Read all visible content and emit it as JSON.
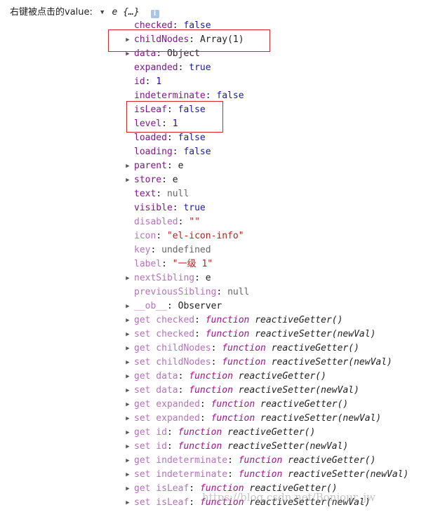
{
  "header": {
    "prefix": "右键被点击的value:",
    "expand_arrow": "▼",
    "object_name": "e",
    "object_preview": "{…}",
    "info_icon": "i"
  },
  "icons": {
    "collapsed_arrow": "▶",
    "info": "info-icon"
  },
  "properties": [
    {
      "key": "checked",
      "value": "false",
      "type": "bool",
      "arrow": false
    },
    {
      "key": "childNodes",
      "value": "Array(1)",
      "type": "obj",
      "arrow": true
    },
    {
      "key": "data",
      "value": "Object",
      "type": "obj",
      "arrow": true
    },
    {
      "key": "expanded",
      "value": "true",
      "type": "bool",
      "arrow": false
    },
    {
      "key": "id",
      "value": "1",
      "type": "num",
      "arrow": false
    },
    {
      "key": "indeterminate",
      "value": "false",
      "type": "bool",
      "arrow": false
    },
    {
      "key": "isLeaf",
      "value": "false",
      "type": "bool",
      "arrow": false
    },
    {
      "key": "level",
      "value": "1",
      "type": "num",
      "arrow": false
    },
    {
      "key": "loaded",
      "value": "false",
      "type": "bool",
      "arrow": false
    },
    {
      "key": "loading",
      "value": "false",
      "type": "bool",
      "arrow": false
    },
    {
      "key": "parent",
      "value": "e",
      "type": "obj",
      "arrow": true
    },
    {
      "key": "store",
      "value": "e",
      "type": "obj",
      "arrow": true
    },
    {
      "key": "text",
      "value": "null",
      "type": "null",
      "arrow": false
    },
    {
      "key": "visible",
      "value": "true",
      "type": "bool",
      "arrow": false
    },
    {
      "key": "disabled",
      "value": "\"\"",
      "type": "str",
      "arrow": false,
      "dim": true
    },
    {
      "key": "icon",
      "value": "\"el-icon-info\"",
      "type": "str",
      "arrow": false,
      "dim": true
    },
    {
      "key": "key",
      "value": "undefined",
      "type": "null",
      "arrow": false,
      "dim": true
    },
    {
      "key": "label",
      "value": "\"一级 1\"",
      "type": "str",
      "arrow": false,
      "dim": true
    },
    {
      "key": "nextSibling",
      "value": "e",
      "type": "obj",
      "arrow": true,
      "dim": true
    },
    {
      "key": "previousSibling",
      "value": "null",
      "type": "null",
      "arrow": false,
      "dim": true
    },
    {
      "key": "__ob__",
      "value": "Observer",
      "type": "obj",
      "arrow": true,
      "dim": true
    },
    {
      "key": "get checked",
      "fn": "reactiveGetter()",
      "type": "fn",
      "arrow": true,
      "dim": true
    },
    {
      "key": "set checked",
      "fn": "reactiveSetter(newVal)",
      "type": "fn",
      "arrow": true,
      "dim": true
    },
    {
      "key": "get childNodes",
      "fn": "reactiveGetter()",
      "type": "fn",
      "arrow": true,
      "dim": true
    },
    {
      "key": "set childNodes",
      "fn": "reactiveSetter(newVal)",
      "type": "fn",
      "arrow": true,
      "dim": true
    },
    {
      "key": "get data",
      "fn": "reactiveGetter()",
      "type": "fn",
      "arrow": true,
      "dim": true
    },
    {
      "key": "set data",
      "fn": "reactiveSetter(newVal)",
      "type": "fn",
      "arrow": true,
      "dim": true
    },
    {
      "key": "get expanded",
      "fn": "reactiveGetter()",
      "type": "fn",
      "arrow": true,
      "dim": true
    },
    {
      "key": "set expanded",
      "fn": "reactiveSetter(newVal)",
      "type": "fn",
      "arrow": true,
      "dim": true
    },
    {
      "key": "get id",
      "fn": "reactiveGetter()",
      "type": "fn",
      "arrow": true,
      "dim": true
    },
    {
      "key": "set id",
      "fn": "reactiveSetter(newVal)",
      "type": "fn",
      "arrow": true,
      "dim": true
    },
    {
      "key": "get indeterminate",
      "fn": "reactiveGetter()",
      "type": "fn",
      "arrow": true,
      "dim": true
    },
    {
      "key": "set indeterminate",
      "fn": "reactiveSetter(newVal)",
      "type": "fn",
      "arrow": true,
      "dim": true
    },
    {
      "key": "get isLeaf",
      "fn": "reactiveGetter()",
      "type": "fn",
      "arrow": true,
      "dim": true
    },
    {
      "key": "set isLeaf",
      "fn": "reactiveSetter(newVal)",
      "type": "fn",
      "arrow": true,
      "dim": true
    }
  ],
  "function_keyword": "function",
  "watermark": "https://blog.csdn.net/Bonjour_jw",
  "colors": {
    "highlight_box": "#d9242a",
    "property_key": "#881391",
    "property_key_dim": "#b871bf",
    "boolean": "#1a1aa6",
    "number": "#1c00cf",
    "string": "#c41a16"
  }
}
